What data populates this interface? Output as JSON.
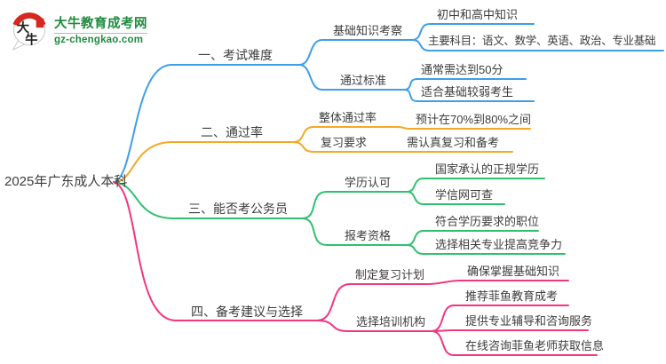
{
  "logo": {
    "icon_char1": "大",
    "icon_char2": "牛",
    "title": "大牛教育成考网",
    "url": "gz-chengkao.com"
  },
  "colors": {
    "branch1": "#3d9fe8",
    "branch2": "#f7a824",
    "branch3": "#2ec16e",
    "branch4": "#f23680",
    "text": "#3c3c3c",
    "logo_green": "#1f8a3d",
    "logo_red": "#d5281e"
  },
  "mindmap": {
    "root": "2025年广东成人本科",
    "branches": [
      {
        "label": "一、考试难度",
        "children": [
          {
            "label": "基础知识考察",
            "children": [
              {
                "label": "初中和高中知识"
              },
              {
                "label": "主要科目：语文、数学、英语、政治、专业基础"
              }
            ]
          },
          {
            "label": "通过标准",
            "children": [
              {
                "label": "通常需达到50分"
              },
              {
                "label": "适合基础较弱考生"
              }
            ]
          }
        ]
      },
      {
        "label": "二、通过率",
        "children": [
          {
            "label": "整体通过率",
            "children": [
              {
                "label": "预计在70%到80%之间"
              }
            ]
          },
          {
            "label": "复习要求",
            "children": [
              {
                "label": "需认真复习和备考"
              }
            ]
          }
        ]
      },
      {
        "label": "三、能否考公务员",
        "children": [
          {
            "label": "学历认可",
            "children": [
              {
                "label": "国家承认的正规学历"
              },
              {
                "label": "学信网可查"
              }
            ]
          },
          {
            "label": "报考资格",
            "children": [
              {
                "label": "符合学历要求的职位"
              },
              {
                "label": "选择相关专业提高竞争力"
              }
            ]
          }
        ]
      },
      {
        "label": "四、备考建议与选择",
        "children": [
          {
            "label": "制定复习计划",
            "children": [
              {
                "label": "确保掌握基础知识"
              }
            ]
          },
          {
            "label": "选择培训机构",
            "children": [
              {
                "label": "推荐菲鱼教育成考"
              },
              {
                "label": "提供专业辅导和咨询服务"
              },
              {
                "label": "在线咨询菲鱼老师获取信息"
              }
            ]
          }
        ]
      }
    ]
  }
}
